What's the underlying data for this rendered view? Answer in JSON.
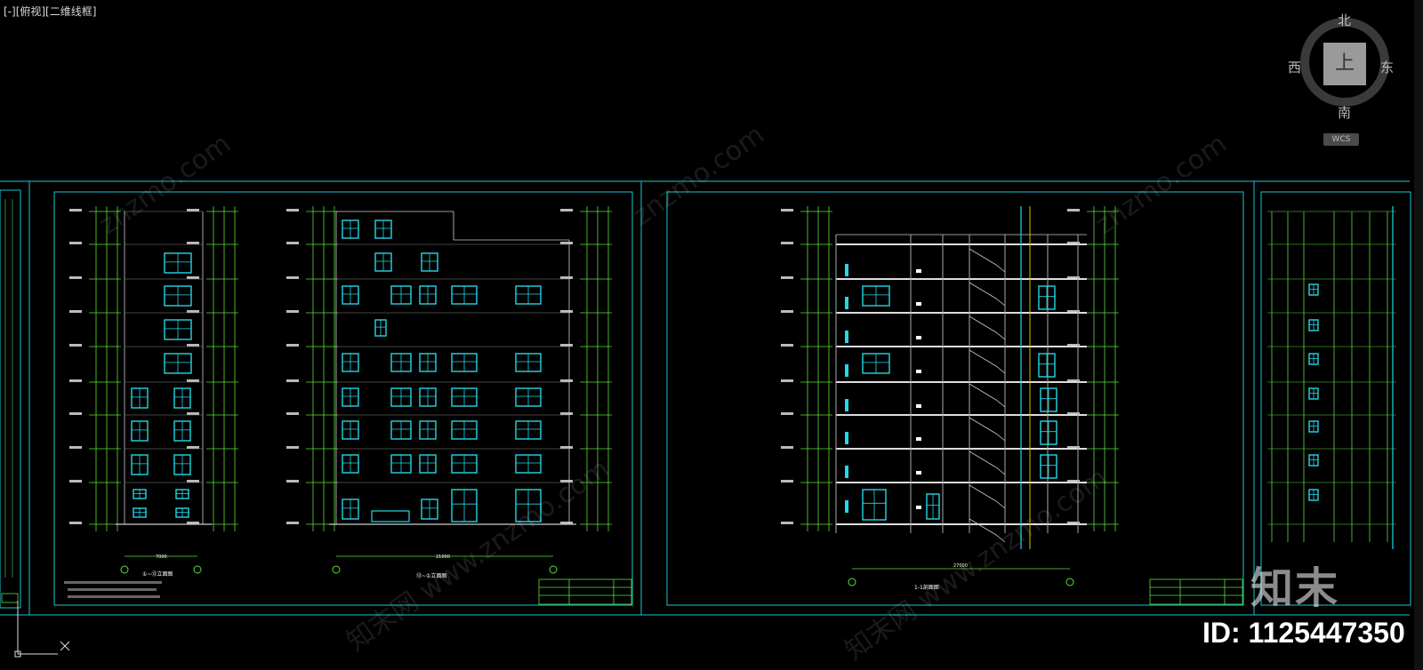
{
  "viewport": {
    "label": "[-][俯视][二维线框]"
  },
  "viewcube": {
    "north": "北",
    "south": "南",
    "west": "西",
    "east": "东",
    "top_face": "上",
    "wcs": "WCS"
  },
  "colors": {
    "background": "#000000",
    "frame": "#16c8d4",
    "lines": "#5adf3a",
    "windows": "#22d8e6",
    "text": "#ffffff"
  },
  "sheets": {
    "s1": {
      "title_a": "①~⑬立面图",
      "title_b": "⑬~①立面图",
      "dim_a": "7000",
      "dim_b": "21000"
    },
    "s2": {
      "title": "1-1剖面图",
      "dim": "27000"
    }
  },
  "watermark": {
    "logo": "知末",
    "id": "ID: 1125447350",
    "site": "znzmo.com",
    "net": "知末网 www.znzmo.com"
  }
}
